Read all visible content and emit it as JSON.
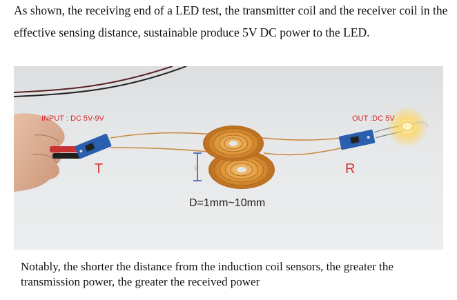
{
  "intro_text": "As shown, the receiving  end of a LED test, the transmitter  coil and the receiver coil in the effective sensing distance, sustainable produce 5V DC power to the LED.",
  "photo": {
    "input_label": "INPUT : DC 5V-9V",
    "output_label": "OUT :DC 5V",
    "transmitter_label": "T",
    "receiver_label": "R",
    "distance_label": "D=1mm~10mm"
  },
  "note_text": "Notably, the shorter the distance from the induction coil sensors, the greater the transmission power, the greater the received power"
}
